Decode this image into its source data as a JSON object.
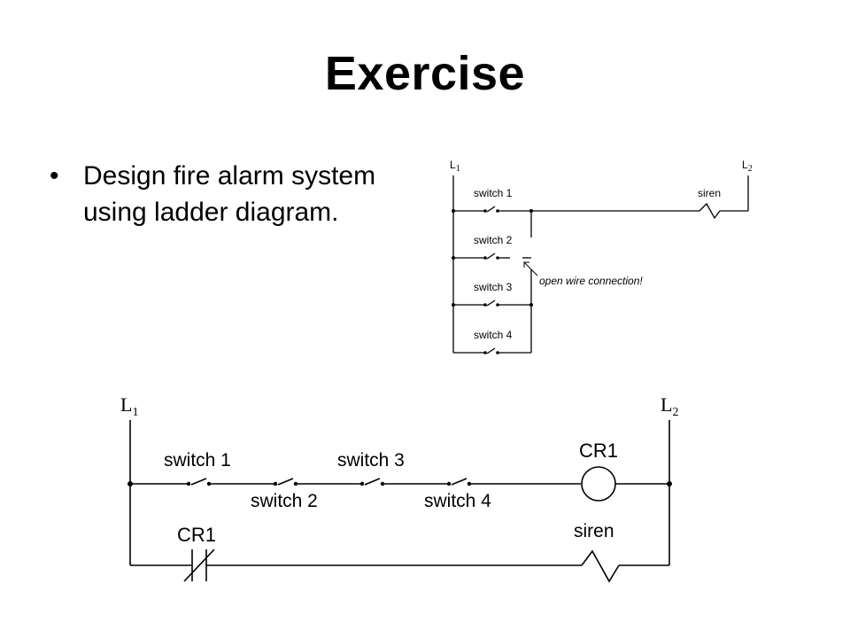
{
  "slide": {
    "title": "Exercise",
    "bullet_symbol": "•",
    "bullet_text": "Design fire alarm system using ladder diagram."
  },
  "diagram_top": {
    "rail_left": "L",
    "rail_left_sub": "1",
    "rail_right": "L",
    "rail_right_sub": "2",
    "switches": [
      "switch 1",
      "switch 2",
      "switch 3",
      "switch 4"
    ],
    "load": "siren",
    "annotation": "open wire connection!"
  },
  "diagram_bottom": {
    "rail_left": "L",
    "rail_left_sub": "1",
    "rail_right": "L",
    "rail_right_sub": "2",
    "switches": [
      "switch 1",
      "switch 2",
      "switch 3",
      "switch 4"
    ],
    "coil": "CR1",
    "contact": "CR1",
    "load": "siren"
  }
}
